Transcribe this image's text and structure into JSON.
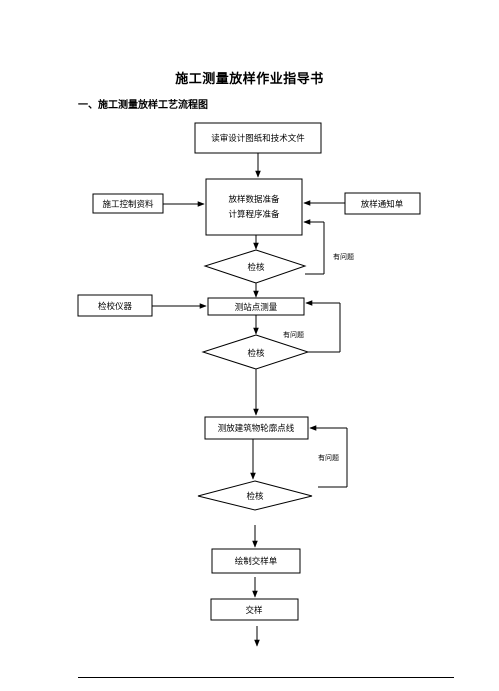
{
  "document": {
    "title": "施工测量放样作业指导书",
    "section_heading": "一、施工测量放样工艺流程图"
  },
  "flowchart": {
    "nodes": {
      "read_drawings": "读审设计图纸和技术文件",
      "prep_line1": "放样数据准备",
      "prep_line2": "计算程序准备",
      "control_data": "施工控制资料",
      "notice": "放样通知单",
      "check1": "检核",
      "calibrate": "检校仪器",
      "station_survey": "测站点测量",
      "check2": "检核",
      "contour_points": "测放建筑物轮廓点线",
      "check3": "检核",
      "draw_handover": "绘制交样单",
      "handover": "交样"
    },
    "loop_labels": {
      "loop1": "有问题",
      "loop2": "有问题",
      "loop3": "有问题"
    }
  }
}
